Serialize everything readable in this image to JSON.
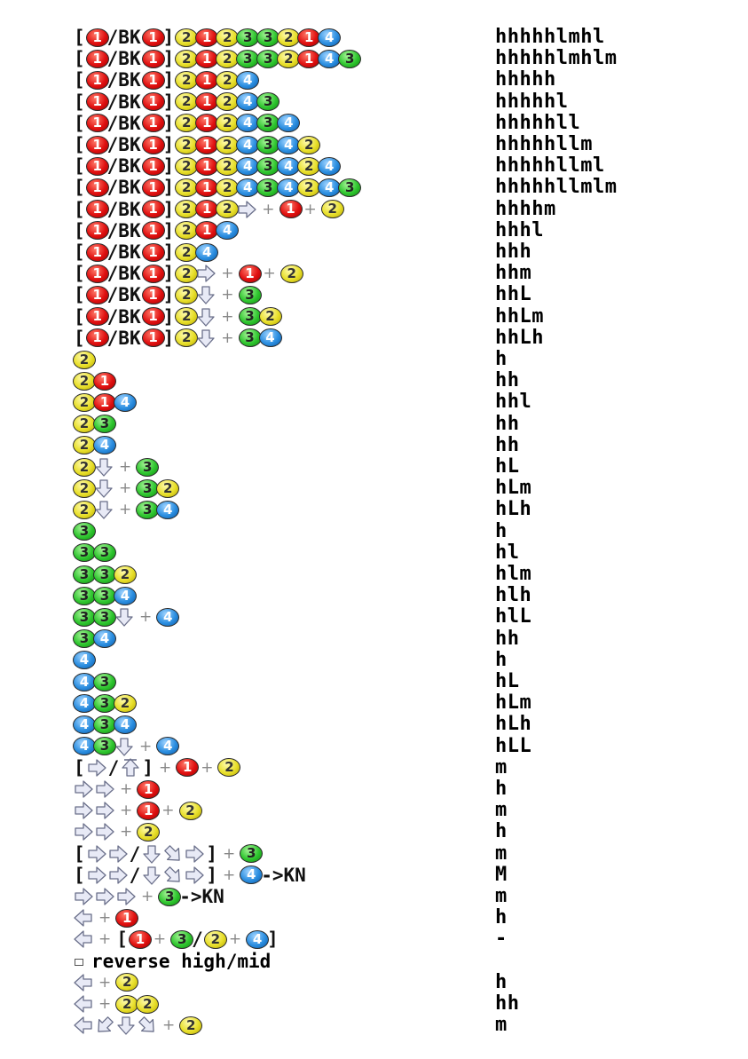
{
  "rows": [
    {
      "seq": [
        [
          "t",
          "["
        ],
        [
          "b",
          "1"
        ],
        [
          "t",
          "/BK"
        ],
        [
          "b",
          "1"
        ],
        [
          "t",
          "]"
        ],
        [
          "b",
          "2"
        ],
        [
          "b",
          "1"
        ],
        [
          "b",
          "2"
        ],
        [
          "b",
          "3"
        ],
        [
          "b",
          "3"
        ],
        [
          "b",
          "2"
        ],
        [
          "b",
          "1"
        ],
        [
          "b",
          "4"
        ]
      ],
      "hits": "hhhhhlmhl"
    },
    {
      "seq": [
        [
          "t",
          "["
        ],
        [
          "b",
          "1"
        ],
        [
          "t",
          "/BK"
        ],
        [
          "b",
          "1"
        ],
        [
          "t",
          "]"
        ],
        [
          "b",
          "2"
        ],
        [
          "b",
          "1"
        ],
        [
          "b",
          "2"
        ],
        [
          "b",
          "3"
        ],
        [
          "b",
          "3"
        ],
        [
          "b",
          "2"
        ],
        [
          "b",
          "1"
        ],
        [
          "b",
          "4"
        ],
        [
          "b",
          "3"
        ]
      ],
      "hits": "hhhhhlmhlm"
    },
    {
      "seq": [
        [
          "t",
          "["
        ],
        [
          "b",
          "1"
        ],
        [
          "t",
          "/BK"
        ],
        [
          "b",
          "1"
        ],
        [
          "t",
          "]"
        ],
        [
          "b",
          "2"
        ],
        [
          "b",
          "1"
        ],
        [
          "b",
          "2"
        ],
        [
          "b",
          "4"
        ]
      ],
      "hits": "hhhhh"
    },
    {
      "seq": [
        [
          "t",
          "["
        ],
        [
          "b",
          "1"
        ],
        [
          "t",
          "/BK"
        ],
        [
          "b",
          "1"
        ],
        [
          "t",
          "]"
        ],
        [
          "b",
          "2"
        ],
        [
          "b",
          "1"
        ],
        [
          "b",
          "2"
        ],
        [
          "b",
          "4"
        ],
        [
          "b",
          "3"
        ]
      ],
      "hits": "hhhhhl"
    },
    {
      "seq": [
        [
          "t",
          "["
        ],
        [
          "b",
          "1"
        ],
        [
          "t",
          "/BK"
        ],
        [
          "b",
          "1"
        ],
        [
          "t",
          "]"
        ],
        [
          "b",
          "2"
        ],
        [
          "b",
          "1"
        ],
        [
          "b",
          "2"
        ],
        [
          "b",
          "4"
        ],
        [
          "b",
          "3"
        ],
        [
          "b",
          "4"
        ]
      ],
      "hits": "hhhhhll"
    },
    {
      "seq": [
        [
          "t",
          "["
        ],
        [
          "b",
          "1"
        ],
        [
          "t",
          "/BK"
        ],
        [
          "b",
          "1"
        ],
        [
          "t",
          "]"
        ],
        [
          "b",
          "2"
        ],
        [
          "b",
          "1"
        ],
        [
          "b",
          "2"
        ],
        [
          "b",
          "4"
        ],
        [
          "b",
          "3"
        ],
        [
          "b",
          "4"
        ],
        [
          "b",
          "2"
        ]
      ],
      "hits": "hhhhhllm"
    },
    {
      "seq": [
        [
          "t",
          "["
        ],
        [
          "b",
          "1"
        ],
        [
          "t",
          "/BK"
        ],
        [
          "b",
          "1"
        ],
        [
          "t",
          "]"
        ],
        [
          "b",
          "2"
        ],
        [
          "b",
          "1"
        ],
        [
          "b",
          "2"
        ],
        [
          "b",
          "4"
        ],
        [
          "b",
          "3"
        ],
        [
          "b",
          "4"
        ],
        [
          "b",
          "2"
        ],
        [
          "b",
          "4"
        ]
      ],
      "hits": "hhhhhllml"
    },
    {
      "seq": [
        [
          "t",
          "["
        ],
        [
          "b",
          "1"
        ],
        [
          "t",
          "/BK"
        ],
        [
          "b",
          "1"
        ],
        [
          "t",
          "]"
        ],
        [
          "b",
          "2"
        ],
        [
          "b",
          "1"
        ],
        [
          "b",
          "2"
        ],
        [
          "b",
          "4"
        ],
        [
          "b",
          "3"
        ],
        [
          "b",
          "4"
        ],
        [
          "b",
          "2"
        ],
        [
          "b",
          "4"
        ],
        [
          "b",
          "3"
        ]
      ],
      "hits": "hhhhhllmlm"
    },
    {
      "seq": [
        [
          "t",
          "["
        ],
        [
          "b",
          "1"
        ],
        [
          "t",
          "/BK"
        ],
        [
          "b",
          "1"
        ],
        [
          "t",
          "]"
        ],
        [
          "b",
          "2"
        ],
        [
          "b",
          "1"
        ],
        [
          "b",
          "2"
        ],
        [
          "a",
          "f"
        ],
        [
          "p",
          "+"
        ],
        [
          "b",
          "1"
        ],
        [
          "p",
          "+"
        ],
        [
          "b",
          "2"
        ]
      ],
      "hits": "hhhhm"
    },
    {
      "seq": [
        [
          "t",
          "["
        ],
        [
          "b",
          "1"
        ],
        [
          "t",
          "/BK"
        ],
        [
          "b",
          "1"
        ],
        [
          "t",
          "]"
        ],
        [
          "b",
          "2"
        ],
        [
          "b",
          "1"
        ],
        [
          "b",
          "4"
        ]
      ],
      "hits": "hhhl"
    },
    {
      "seq": [
        [
          "t",
          "["
        ],
        [
          "b",
          "1"
        ],
        [
          "t",
          "/BK"
        ],
        [
          "b",
          "1"
        ],
        [
          "t",
          "]"
        ],
        [
          "b",
          "2"
        ],
        [
          "b",
          "4"
        ]
      ],
      "hits": "hhh"
    },
    {
      "seq": [
        [
          "t",
          "["
        ],
        [
          "b",
          "1"
        ],
        [
          "t",
          "/BK"
        ],
        [
          "b",
          "1"
        ],
        [
          "t",
          "]"
        ],
        [
          "b",
          "2"
        ],
        [
          "a",
          "f"
        ],
        [
          "p",
          "+"
        ],
        [
          "b",
          "1"
        ],
        [
          "p",
          "+"
        ],
        [
          "b",
          "2"
        ]
      ],
      "hits": "hhm"
    },
    {
      "seq": [
        [
          "t",
          "["
        ],
        [
          "b",
          "1"
        ],
        [
          "t",
          "/BK"
        ],
        [
          "b",
          "1"
        ],
        [
          "t",
          "]"
        ],
        [
          "b",
          "2"
        ],
        [
          "a",
          "d"
        ],
        [
          "p",
          "+"
        ],
        [
          "b",
          "3"
        ]
      ],
      "hits": "hhL"
    },
    {
      "seq": [
        [
          "t",
          "["
        ],
        [
          "b",
          "1"
        ],
        [
          "t",
          "/BK"
        ],
        [
          "b",
          "1"
        ],
        [
          "t",
          "]"
        ],
        [
          "b",
          "2"
        ],
        [
          "a",
          "d"
        ],
        [
          "p",
          "+"
        ],
        [
          "b",
          "3"
        ],
        [
          "b",
          "2"
        ]
      ],
      "hits": "hhLm"
    },
    {
      "seq": [
        [
          "t",
          "["
        ],
        [
          "b",
          "1"
        ],
        [
          "t",
          "/BK"
        ],
        [
          "b",
          "1"
        ],
        [
          "t",
          "]"
        ],
        [
          "b",
          "2"
        ],
        [
          "a",
          "d"
        ],
        [
          "p",
          "+"
        ],
        [
          "b",
          "3"
        ],
        [
          "b",
          "4"
        ]
      ],
      "hits": "hhLh"
    },
    {
      "seq": [
        [
          "b",
          "2"
        ]
      ],
      "hits": "h"
    },
    {
      "seq": [
        [
          "b",
          "2"
        ],
        [
          "b",
          "1"
        ]
      ],
      "hits": "hh"
    },
    {
      "seq": [
        [
          "b",
          "2"
        ],
        [
          "b",
          "1"
        ],
        [
          "b",
          "4"
        ]
      ],
      "hits": "hhl"
    },
    {
      "seq": [
        [
          "b",
          "2"
        ],
        [
          "b",
          "3"
        ]
      ],
      "hits": "hh"
    },
    {
      "seq": [
        [
          "b",
          "2"
        ],
        [
          "b",
          "4"
        ]
      ],
      "hits": "hh"
    },
    {
      "seq": [
        [
          "b",
          "2"
        ],
        [
          "a",
          "d"
        ],
        [
          "p",
          "+"
        ],
        [
          "b",
          "3"
        ]
      ],
      "hits": "hL"
    },
    {
      "seq": [
        [
          "b",
          "2"
        ],
        [
          "a",
          "d"
        ],
        [
          "p",
          "+"
        ],
        [
          "b",
          "3"
        ],
        [
          "b",
          "2"
        ]
      ],
      "hits": "hLm"
    },
    {
      "seq": [
        [
          "b",
          "2"
        ],
        [
          "a",
          "d"
        ],
        [
          "p",
          "+"
        ],
        [
          "b",
          "3"
        ],
        [
          "b",
          "4"
        ]
      ],
      "hits": "hLh"
    },
    {
      "seq": [
        [
          "b",
          "3"
        ]
      ],
      "hits": "h"
    },
    {
      "seq": [
        [
          "b",
          "3"
        ],
        [
          "b",
          "3"
        ]
      ],
      "hits": "hl"
    },
    {
      "seq": [
        [
          "b",
          "3"
        ],
        [
          "b",
          "3"
        ],
        [
          "b",
          "2"
        ]
      ],
      "hits": "hlm"
    },
    {
      "seq": [
        [
          "b",
          "3"
        ],
        [
          "b",
          "3"
        ],
        [
          "b",
          "4"
        ]
      ],
      "hits": "hlh"
    },
    {
      "seq": [
        [
          "b",
          "3"
        ],
        [
          "b",
          "3"
        ],
        [
          "a",
          "d"
        ],
        [
          "p",
          "+"
        ],
        [
          "b",
          "4"
        ]
      ],
      "hits": "hlL"
    },
    {
      "seq": [
        [
          "b",
          "3"
        ],
        [
          "b",
          "4"
        ]
      ],
      "hits": "hh"
    },
    {
      "seq": [
        [
          "b",
          "4"
        ]
      ],
      "hits": "h"
    },
    {
      "seq": [
        [
          "b",
          "4"
        ],
        [
          "b",
          "3"
        ]
      ],
      "hits": "hL"
    },
    {
      "seq": [
        [
          "b",
          "4"
        ],
        [
          "b",
          "3"
        ],
        [
          "b",
          "2"
        ]
      ],
      "hits": "hLm"
    },
    {
      "seq": [
        [
          "b",
          "4"
        ],
        [
          "b",
          "3"
        ],
        [
          "b",
          "4"
        ]
      ],
      "hits": "hLh"
    },
    {
      "seq": [
        [
          "b",
          "4"
        ],
        [
          "b",
          "3"
        ],
        [
          "a",
          "d"
        ],
        [
          "p",
          "+"
        ],
        [
          "b",
          "4"
        ]
      ],
      "hits": "hLL"
    },
    {
      "seq": [
        [
          "t",
          "["
        ],
        [
          "a",
          "f"
        ],
        [
          "t",
          "/"
        ],
        [
          "a",
          "u"
        ],
        [
          "t",
          "]"
        ],
        [
          "p",
          "+"
        ],
        [
          "b",
          "1"
        ],
        [
          "p",
          "+"
        ],
        [
          "b",
          "2"
        ]
      ],
      "hits": "m"
    },
    {
      "seq": [
        [
          "a",
          "f"
        ],
        [
          "a",
          "f"
        ],
        [
          "p",
          "+"
        ],
        [
          "b",
          "1"
        ]
      ],
      "hits": "h"
    },
    {
      "seq": [
        [
          "a",
          "f"
        ],
        [
          "a",
          "f"
        ],
        [
          "p",
          "+"
        ],
        [
          "b",
          "1"
        ],
        [
          "p",
          "+"
        ],
        [
          "b",
          "2"
        ]
      ],
      "hits": "m"
    },
    {
      "seq": [
        [
          "a",
          "f"
        ],
        [
          "a",
          "f"
        ],
        [
          "p",
          "+"
        ],
        [
          "b",
          "2"
        ]
      ],
      "hits": "h"
    },
    {
      "seq": [
        [
          "t",
          "["
        ],
        [
          "a",
          "f"
        ],
        [
          "a",
          "f"
        ],
        [
          "t",
          "/"
        ],
        [
          "a",
          "d"
        ],
        [
          "a",
          "df"
        ],
        [
          "a",
          "f"
        ],
        [
          "t",
          "]"
        ],
        [
          "p",
          "+"
        ],
        [
          "b",
          "3"
        ]
      ],
      "hits": "m"
    },
    {
      "seq": [
        [
          "t",
          "["
        ],
        [
          "a",
          "f"
        ],
        [
          "a",
          "f"
        ],
        [
          "t",
          "/"
        ],
        [
          "a",
          "d"
        ],
        [
          "a",
          "df"
        ],
        [
          "a",
          "f"
        ],
        [
          "t",
          "]"
        ],
        [
          "p",
          "+"
        ],
        [
          "b",
          "4"
        ],
        [
          "t",
          "->KN"
        ]
      ],
      "hits": "M"
    },
    {
      "seq": [
        [
          "a",
          "f"
        ],
        [
          "a",
          "f"
        ],
        [
          "a",
          "f"
        ],
        [
          "p",
          "+"
        ],
        [
          "b",
          "3"
        ],
        [
          "t",
          "->KN"
        ]
      ],
      "hits": "m"
    },
    {
      "seq": [
        [
          "a",
          "b"
        ],
        [
          "p",
          "+"
        ],
        [
          "b",
          "1"
        ]
      ],
      "hits": "h"
    },
    {
      "seq": [
        [
          "a",
          "b"
        ],
        [
          "p",
          "+"
        ],
        [
          "t",
          "["
        ],
        [
          "b",
          "1"
        ],
        [
          "p",
          "+"
        ],
        [
          "b",
          "3"
        ],
        [
          "t",
          "/"
        ],
        [
          "b",
          "2"
        ],
        [
          "p",
          "+"
        ],
        [
          "b",
          "4"
        ],
        [
          "t",
          "]"
        ]
      ],
      "hits": "-"
    },
    {
      "note": "reverse high/mid"
    },
    {
      "seq": [
        [
          "a",
          "b"
        ],
        [
          "p",
          "+"
        ],
        [
          "b",
          "2"
        ]
      ],
      "hits": "h"
    },
    {
      "seq": [
        [
          "a",
          "b"
        ],
        [
          "p",
          "+"
        ],
        [
          "b",
          "2"
        ],
        [
          "b",
          "2"
        ]
      ],
      "hits": "hh"
    },
    {
      "seq": [
        [
          "a",
          "b"
        ],
        [
          "a",
          "db"
        ],
        [
          "a",
          "d"
        ],
        [
          "a",
          "df"
        ],
        [
          "p",
          "+"
        ],
        [
          "b",
          "2"
        ]
      ],
      "hits": "m"
    }
  ]
}
